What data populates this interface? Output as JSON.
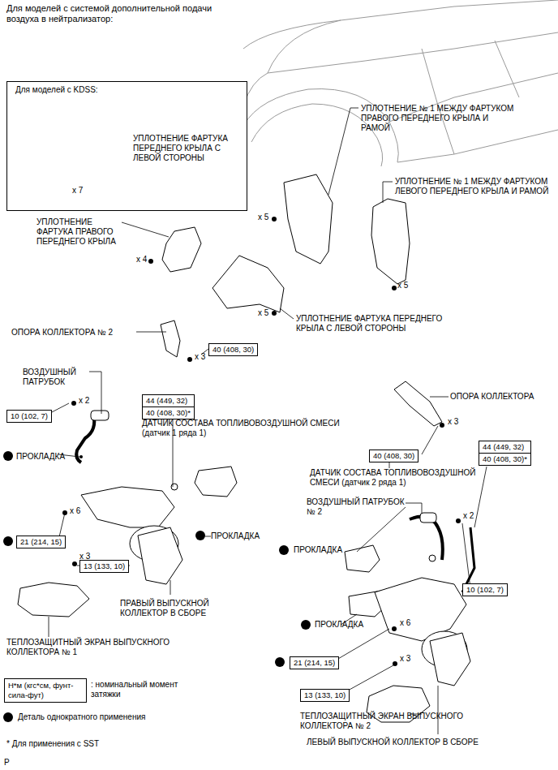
{
  "diagram": {
    "title": "Для моделей с системой дополнительной подачи воздуха в нейтрализатор:",
    "nodes": [
      {
        "text": [
          "Для моделей с KDSS:",
          "УПЛОТНЕНИЕ ФАРТУКА ПЕРЕДНЕГО КРЫЛА С ЛЕВОЙ СТОРОНЫ",
          "x 7"
        ]
      },
      {
        "text": [
          "40 (408, 30)"
        ]
      },
      {
        "text": [
          "10 (102, 7)"
        ]
      },
      {
        "text": [
          "44 (449, 32)",
          "40 (408, 30)*"
        ]
      },
      {
        "text": [
          "21 (214, 15)"
        ]
      },
      {
        "text": [
          "13 (133, 10)"
        ]
      },
      {
        "text": [
          "40 (408, 30)"
        ]
      },
      {
        "text": [
          "44 (449, 32)",
          "40 (408, 30)*"
        ]
      },
      {
        "text": [
          "10 (102, 7)"
        ]
      },
      {
        "text": [
          "21 (214, 15)"
        ]
      },
      {
        "text": [
          "13 (133, 10)"
        ]
      },
      {
        "text": [
          "Н*м (кгс*см, фунт-сила-фут)"
        ]
      }
    ],
    "labels": [
      "УПЛОТНЕНИЕ № 1 МЕЖДУ ФАРТУКОМ ПРАВОГО ПЕРЕДНЕГО КРЫЛА И РАМОЙ",
      "x 5",
      "УПЛОТНЕНИЕ № 1 МЕЖДУ ФАРТУКОМ ЛЕВОГО ПЕРЕДНЕГО КРЫЛА И РАМОЙ",
      "x 5",
      "УПЛОТНЕНИЕ ФАРТУКА ПРАВОГО ПЕРЕДНЕГО КРЫЛА",
      "x 4",
      "x 5",
      "УПЛОТНЕНИЕ ФАРТУКА ПЕРЕДНЕГО КРЫЛА С ЛЕВОЙ СТОРОНЫ",
      "ОПОРА КОЛЛЕКТОРА № 2",
      "x 3",
      "ВОЗДУШНЫЙ ПАТРУБОК",
      "x 2",
      "ПРОКЛАДКА",
      "ДАТЧИК СОСТАВА ТОПЛИВОВОЗДУШНОЙ СМЕСИ (датчик 1 ряда 1)",
      "ПРОКЛАДКА",
      "x 6",
      "x 3",
      "ПРАВЫЙ ВЫПУСКНОЙ КОЛЛЕКТОР В СБОРЕ",
      "ТЕПЛОЗАЩИТНЫЙ ЭКРАН ВЫПУСКНОГО КОЛЛЕКТОРА № 1",
      "ОПОРА КОЛЛЕКТОРА",
      "x 3",
      "ДАТЧИК СОСТАВА ТОПЛИВОВОЗДУШНОЙ СМЕСИ (датчик 2 ряда 1)",
      "ВОЗДУШНЫЙ ПАТРУБОК № 2",
      "x 2",
      "ПРОКЛАДКА",
      "ПРОКЛАДКА",
      "x 6",
      "x 3",
      "ТЕПЛОЗАЩИТНЫЙ ЭКРАН ВЫПУСКНОГО КОЛЛЕКТОРА № 2",
      "ЛЕВЫЙ ВЫПУСКНОЙ КОЛЛЕКТОР В СБОРЕ",
      ": номинальный момент затяжки",
      "* Для применения с SST",
      "P"
    ],
    "legend": [
      {
        "text": "Деталь однократного применения"
      }
    ]
  }
}
